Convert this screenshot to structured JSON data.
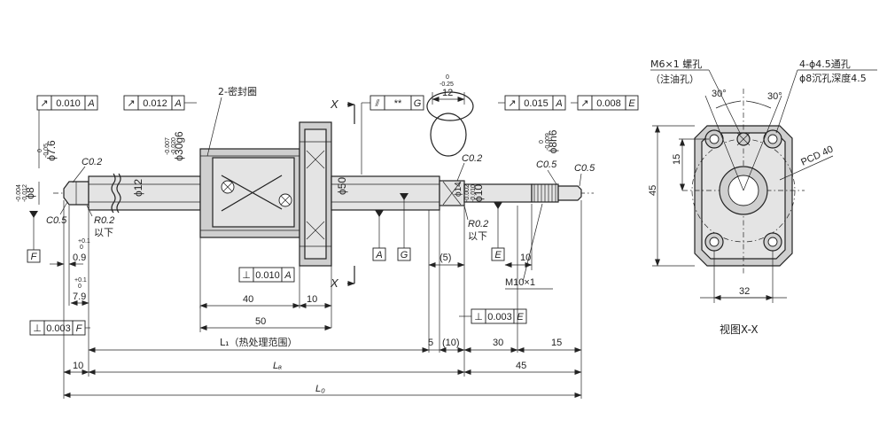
{
  "tol_frames": {
    "f1": {
      "sym": "↗",
      "val": "0.010",
      "ref": "A"
    },
    "f2": {
      "sym": "↗",
      "val": "0.012",
      "ref": "A"
    },
    "f3": {
      "sym": "⫽",
      "val": "**",
      "ref": "G"
    },
    "f4": {
      "sym": "↗",
      "val": "0.015",
      "ref": "A"
    },
    "f5": {
      "sym": "↗",
      "val": "0.008",
      "ref": "E"
    },
    "f6": {
      "sym": "⊥",
      "val": "0.010",
      "ref": "A"
    },
    "f7": {
      "sym": "⊥",
      "val": "0.003",
      "ref": "E"
    },
    "f8": {
      "sym": "⊥",
      "val": "0.003",
      "ref": "F"
    }
  },
  "datums": {
    "f": "F",
    "a": "A",
    "g": "G",
    "e": "E"
  },
  "labels": {
    "seal": "2-密封圈",
    "c02_left": "C0.2",
    "c05_left": "C0.5",
    "r02_left_a": "R0.2",
    "r02_left_b": "以下",
    "c02_right": "C0.2",
    "r02_right_a": "R0.2",
    "r02_right_b": "以下",
    "c05_right_a": "C0.5",
    "c05_right_b": "C0.5",
    "m10": "M10×1",
    "section_x_top": "X",
    "section_x_bottom": "X",
    "view_title": "视图X-X",
    "m6_a": "M6×1 螺孔",
    "m6_b": "（注油孔）",
    "hole_a": "4-ϕ4.5通孔",
    "hole_b": "ϕ8沉孔深度4.5",
    "pcd": "PCD 40"
  },
  "diameters": {
    "d8": "ϕ8",
    "d8_tol_a": "-0.004",
    "d8_tol_b": "-0.012",
    "d76": "ϕ7.6",
    "d76_tol_a": "0",
    "d76_tol_b": "-0.05",
    "d30": "ϕ30g6",
    "d30_tol_a": "-0.007",
    "d30_tol_b": "-0.020",
    "d12": "ϕ12",
    "d50": "ϕ50",
    "d14": "ϕ14",
    "d10": "ϕ10",
    "d10_tol_a": "-0.002",
    "d10_tol_b": "-0.010",
    "d8h6": "ϕ8h6",
    "d8h6_tol_a": "0",
    "d8h6_tol_b": "-0.009"
  },
  "dims": {
    "d09": "0.9",
    "d09_tol_a": "+0.1",
    "d09_tol_b": "0",
    "d79": "7.9",
    "d79_tol_a": "+0.1",
    "d79_tol_b": "0",
    "d12_top": "12",
    "d12_tol_a": "0",
    "d12_tol_b": "-0.25",
    "d5p": "(5)",
    "d10_right": "10",
    "d40": "40",
    "d10_flange": "10",
    "d50_len": "50",
    "l1": "L₁（热处理范围）",
    "d5": "5",
    "d10p": "(10)",
    "d30": "30",
    "d15": "15",
    "d10_left": "10",
    "la": "Lₐ",
    "d45": "45",
    "lo": "L₀"
  },
  "view": {
    "v45": "45",
    "v15": "15",
    "v32": "32",
    "a30_left": "30°",
    "a30_right": "30°"
  }
}
